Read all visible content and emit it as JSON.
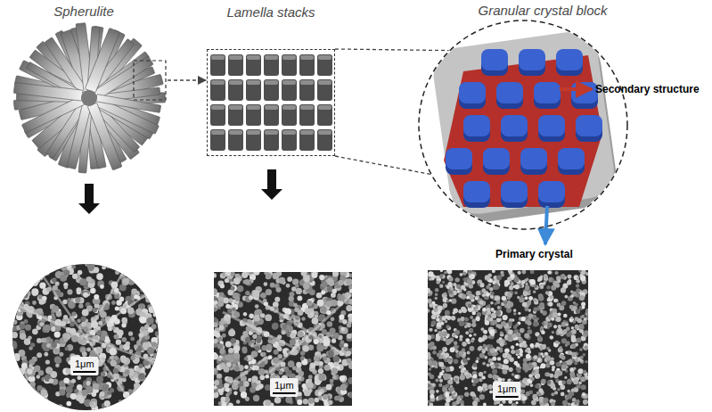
{
  "diagram": {
    "nodes": [
      {
        "text": [
          "Spherulite"
        ]
      },
      {
        "text": [
          "Lamella stacks"
        ]
      },
      {
        "text": [
          "Granular crystal block"
        ]
      }
    ],
    "edges": [
      {
        "from": 0,
        "to": 1,
        "arrow": "to"
      },
      {
        "from": 1,
        "to": 2,
        "arrow": "none"
      }
    ],
    "labels": [
      "Secondary structure",
      "Primary crystal",
      "1μm",
      "1μm",
      "1μm"
    ]
  }
}
